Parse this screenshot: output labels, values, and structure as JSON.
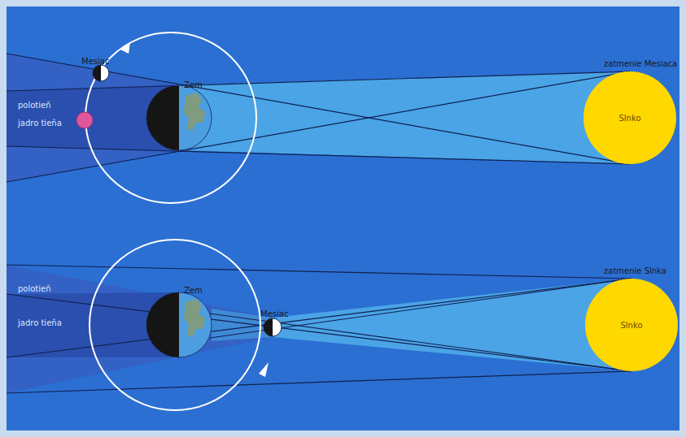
{
  "diagram": {
    "nodes": [
      {
        "text": [
          "Mesiac"
        ]
      },
      {
        "text": [
          "Zem"
        ]
      },
      {
        "text": [
          "Slnko"
        ]
      },
      {
        "text": [
          "Zem"
        ]
      },
      {
        "text": [
          "Mesiac"
        ]
      },
      {
        "text": [
          "Slnko"
        ]
      }
    ],
    "labels": [
      "polotieň",
      "jadro tieňa",
      "zatmenie Mesiaca",
      "polotieň",
      "jadro tieňa",
      "zatmenie Slnka"
    ]
  }
}
